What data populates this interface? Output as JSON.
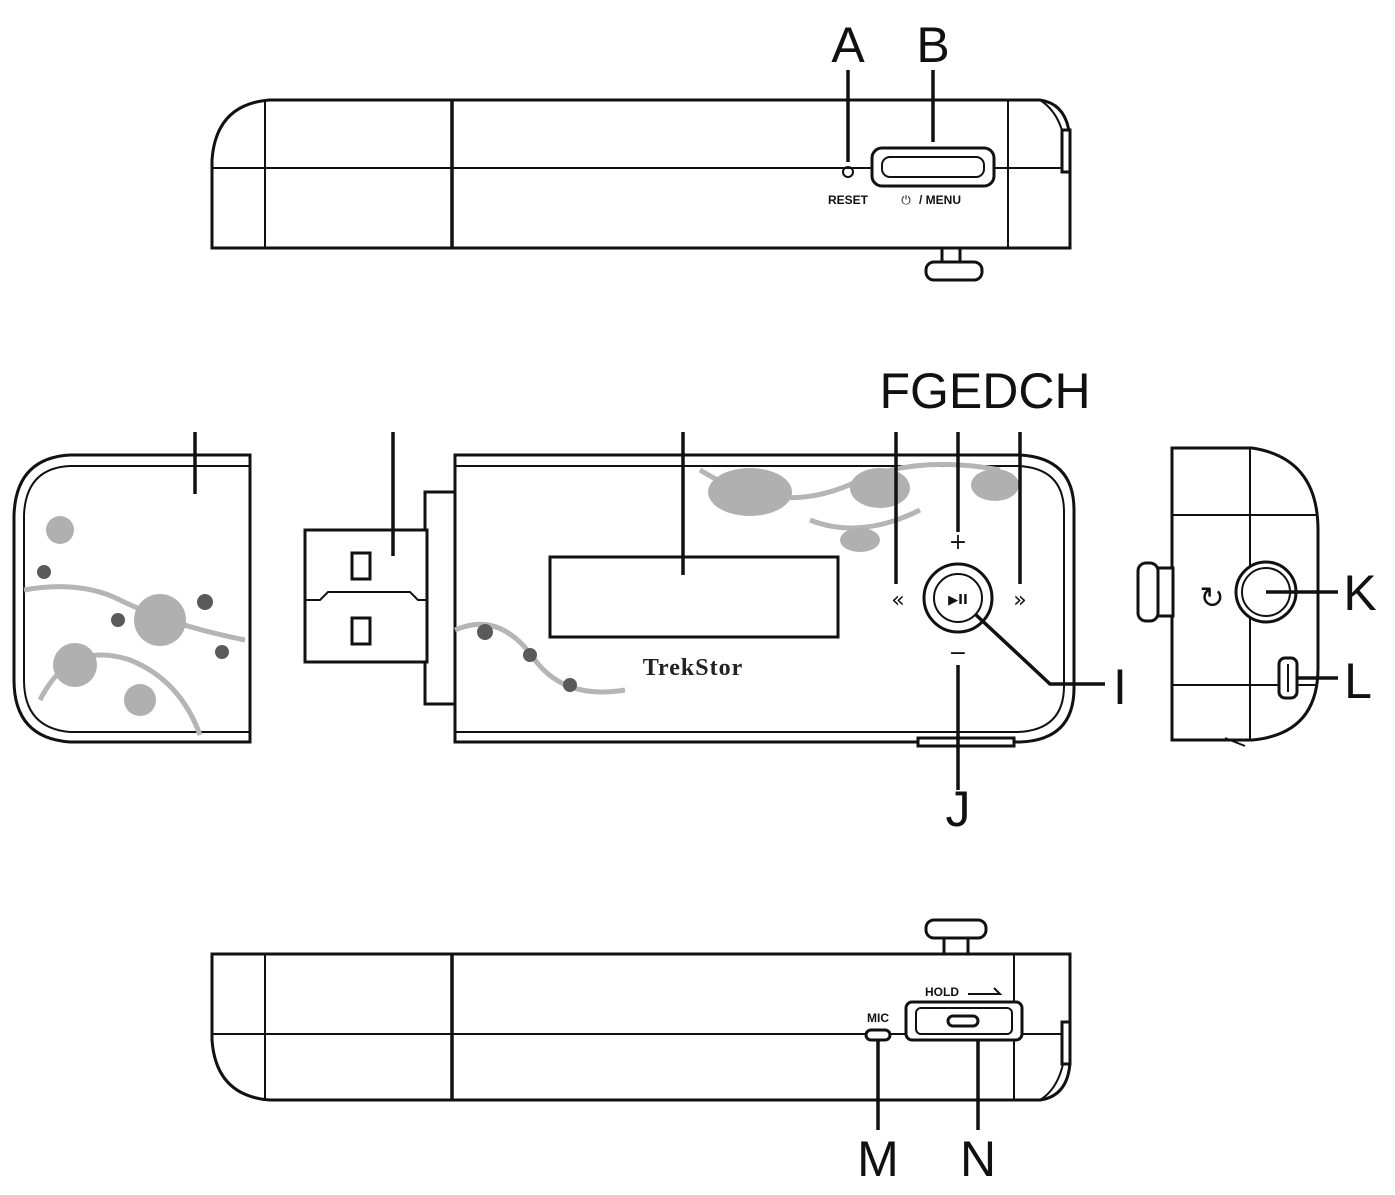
{
  "callouts": {
    "A": "A",
    "B": "B",
    "front_group": "FGEDCH",
    "I": "I",
    "J": "J",
    "K": "K",
    "L": "L",
    "M": "M",
    "N": "N"
  },
  "device_labels": {
    "reset": "RESET",
    "power_menu": "/ MENU",
    "brand": "TrekStor",
    "hold": "HOLD",
    "mic": "MIC"
  },
  "icons": {
    "power": "power-icon",
    "rewind": "rewind-icon",
    "fast_forward": "fast-forward-icon",
    "play_pause": "play-pause-icon",
    "volume_up": "plus-icon",
    "volume_down": "minus-icon",
    "repeat": "repeat-icon",
    "headphone_jack": "headphone-jack-icon",
    "usb": "usb-connector-icon"
  },
  "glyphs": {
    "power": "⏻",
    "rewind": "«",
    "fast_forward": "»",
    "play_pause": "▶II",
    "plus": "+",
    "minus": "−",
    "repeat": "↻"
  }
}
